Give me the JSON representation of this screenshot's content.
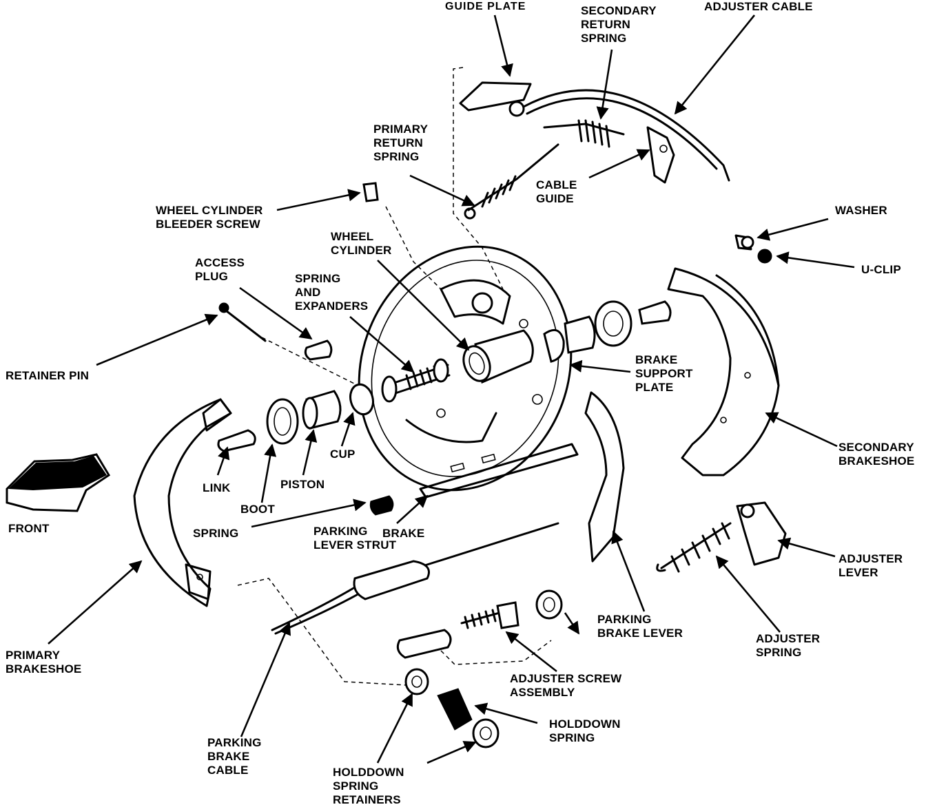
{
  "labels": {
    "guide_plate": "GUIDE PLATE",
    "secondary_return_spring": "SECONDARY\nRETURN\nSPRING",
    "adjuster_cable": "ADJUSTER CABLE",
    "primary_return_spring": "PRIMARY\nRETURN\nSPRING",
    "cable_guide": "CABLE\nGUIDE",
    "wheel_cylinder_bleeder_screw": "WHEEL CYLINDER\nBLEEDER SCREW",
    "washer": "WASHER",
    "u_clip": "U-CLIP",
    "wheel_cylinder": "WHEEL\nCYLINDER",
    "access_plug": "ACCESS\nPLUG",
    "spring_and_expanders": "SPRING\nAND\nEXPANDERS",
    "retainer_pin": "RETAINER PIN",
    "brake_support_plate": "BRAKE\nSUPPORT\nPLATE",
    "cup": "CUP",
    "secondary_brakeshoe": "SECONDARY\nBRAKESHOE",
    "link": "LINK",
    "piston": "PISTON",
    "boot": "BOOT",
    "front": "FRONT",
    "spring": "SPRING",
    "parking_brake_lever_strut": "PARKING\nLEVER STRUT",
    "brake": "BRAKE",
    "adjuster_lever": "ADJUSTER\nLEVER",
    "parking_brake_lever": "PARKING\nBRAKE LEVER",
    "adjuster_spring": "ADJUSTER\nSPRING",
    "primary_brakeshoe": "PRIMARY\nBRAKESHOE",
    "adjuster_screw_assembly": "ADJUSTER SCREW\nASSEMBLY",
    "holddown_spring": "HOLDDOWN\nSPRING",
    "parking_brake_cable": "PARKING\nBRAKE\nCABLE",
    "holddown_spring_retainers": "HOLDDOWN\nSPRING\nRETAINERS"
  }
}
